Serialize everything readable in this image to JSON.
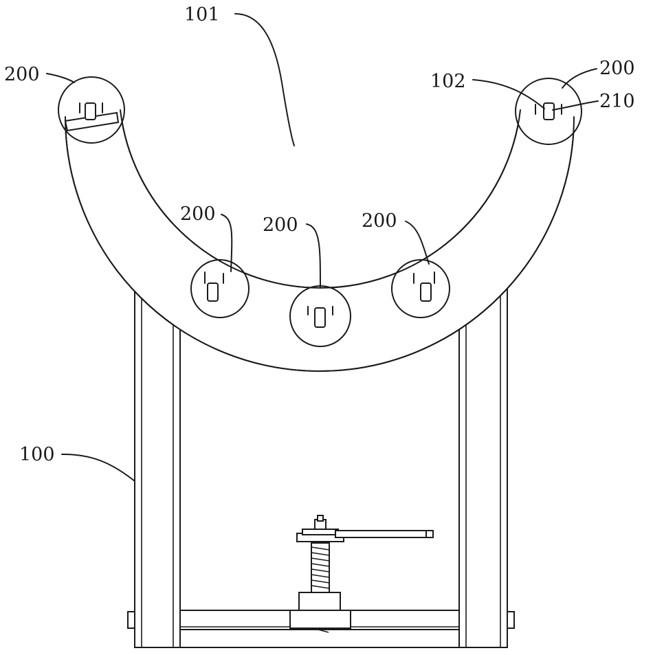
{
  "figure": {
    "labels": {
      "frame": "100",
      "cradle_cavity": "101",
      "cradle_slot": "102",
      "roller_top_left": "200",
      "roller_top_right": "200",
      "roller_bottom_left": "200",
      "roller_bottom_center": "200",
      "roller_bottom_right": "200",
      "roller_axle": "210"
    }
  }
}
